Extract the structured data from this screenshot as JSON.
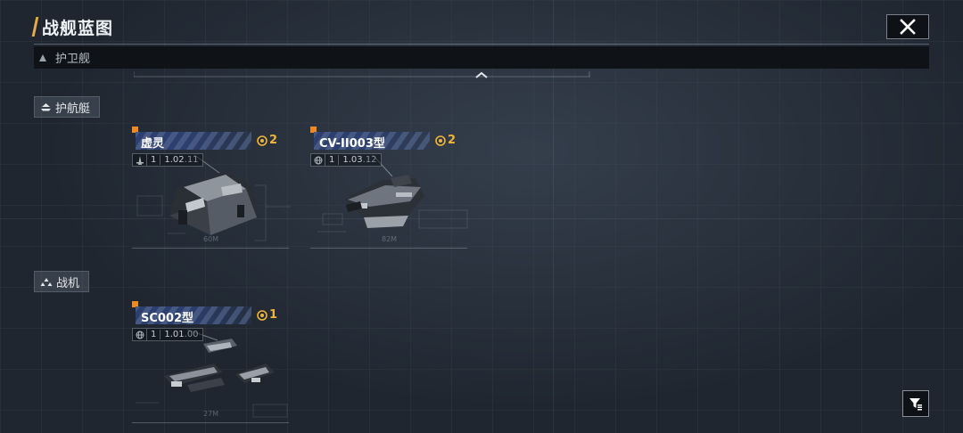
{
  "header": {
    "title": "战舰蓝图",
    "close_icon": "close-icon"
  },
  "section": {
    "label": "护卫舰"
  },
  "categories": [
    {
      "label": "护航艇",
      "icon": "escort-boat-icon"
    },
    {
      "label": "战机",
      "icon": "fighter-icon"
    }
  ],
  "cards": [
    {
      "name": "虚灵",
      "count": "2",
      "type_icon": "tower-icon",
      "level": "1",
      "version_major": "1.02",
      "version_minor": ".11",
      "size": "60M"
    },
    {
      "name": "CV-II003型",
      "count": "2",
      "type_icon": "globe-icon",
      "level": "1",
      "version_major": "1.03",
      "version_minor": ".12",
      "size": "82M"
    },
    {
      "name": "SC002型",
      "count": "1",
      "type_icon": "globe-icon",
      "level": "1",
      "version_major": "1.01",
      "version_minor": ".00",
      "size": "27M"
    }
  ],
  "colors": {
    "accent": "#f08a1e",
    "coin": "#f0b43a",
    "name_bar": "#2d3f6e",
    "title_mark": "#e8a94a"
  }
}
